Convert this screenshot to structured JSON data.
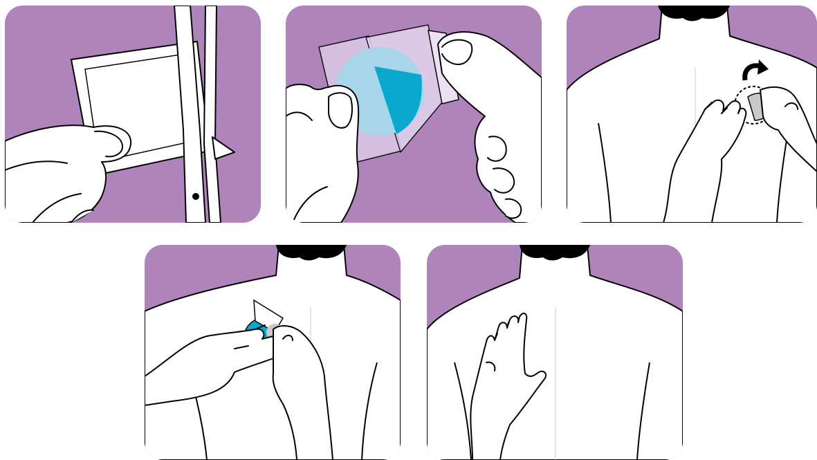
{
  "colors": {
    "background": "#ae84ba",
    "skin": "#ffffff",
    "outline": "#000000",
    "patch_blue": "#0aa8cf",
    "patch_light": "#a7d6ea",
    "film": "#d9c6e6",
    "patch_grey": "#c9c9c9"
  },
  "steps": [
    {
      "id": "step-1",
      "icons": [
        "sachet-icon",
        "scissors-icon",
        "hand-icon"
      ]
    },
    {
      "id": "step-2",
      "icons": [
        "patch-icon",
        "backing-film-icon",
        "hand-icon"
      ]
    },
    {
      "id": "step-3",
      "icons": [
        "back-icon",
        "rotate-arrow-icon",
        "patch-outline-icon",
        "hand-icon"
      ]
    },
    {
      "id": "step-4",
      "icons": [
        "back-icon",
        "patch-icon",
        "hand-icon"
      ]
    },
    {
      "id": "step-5",
      "icons": [
        "back-icon",
        "hand-icon"
      ]
    }
  ]
}
